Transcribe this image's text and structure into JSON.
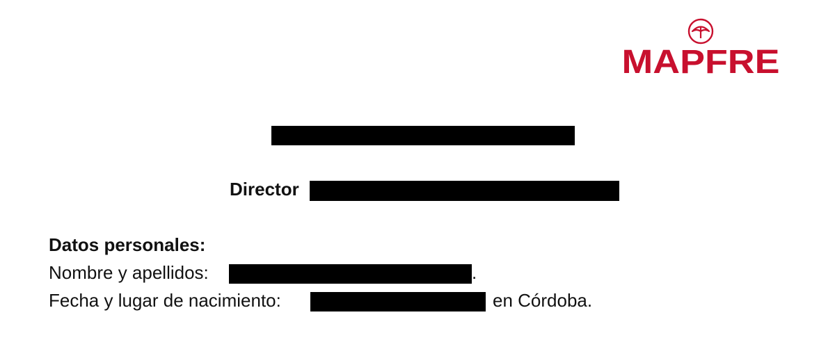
{
  "brand": {
    "name": "MAPFRE",
    "color": "#c8102e",
    "emblem_icon": "umbrella-circle-icon"
  },
  "header": {
    "title_label": "Director"
  },
  "personal_data": {
    "section_title": "Datos personales:",
    "name_label": "Nombre y apellidos:",
    "name_suffix": ".",
    "birth_label": "Fecha y lugar de nacimiento:",
    "birth_suffix": "en Córdoba."
  }
}
